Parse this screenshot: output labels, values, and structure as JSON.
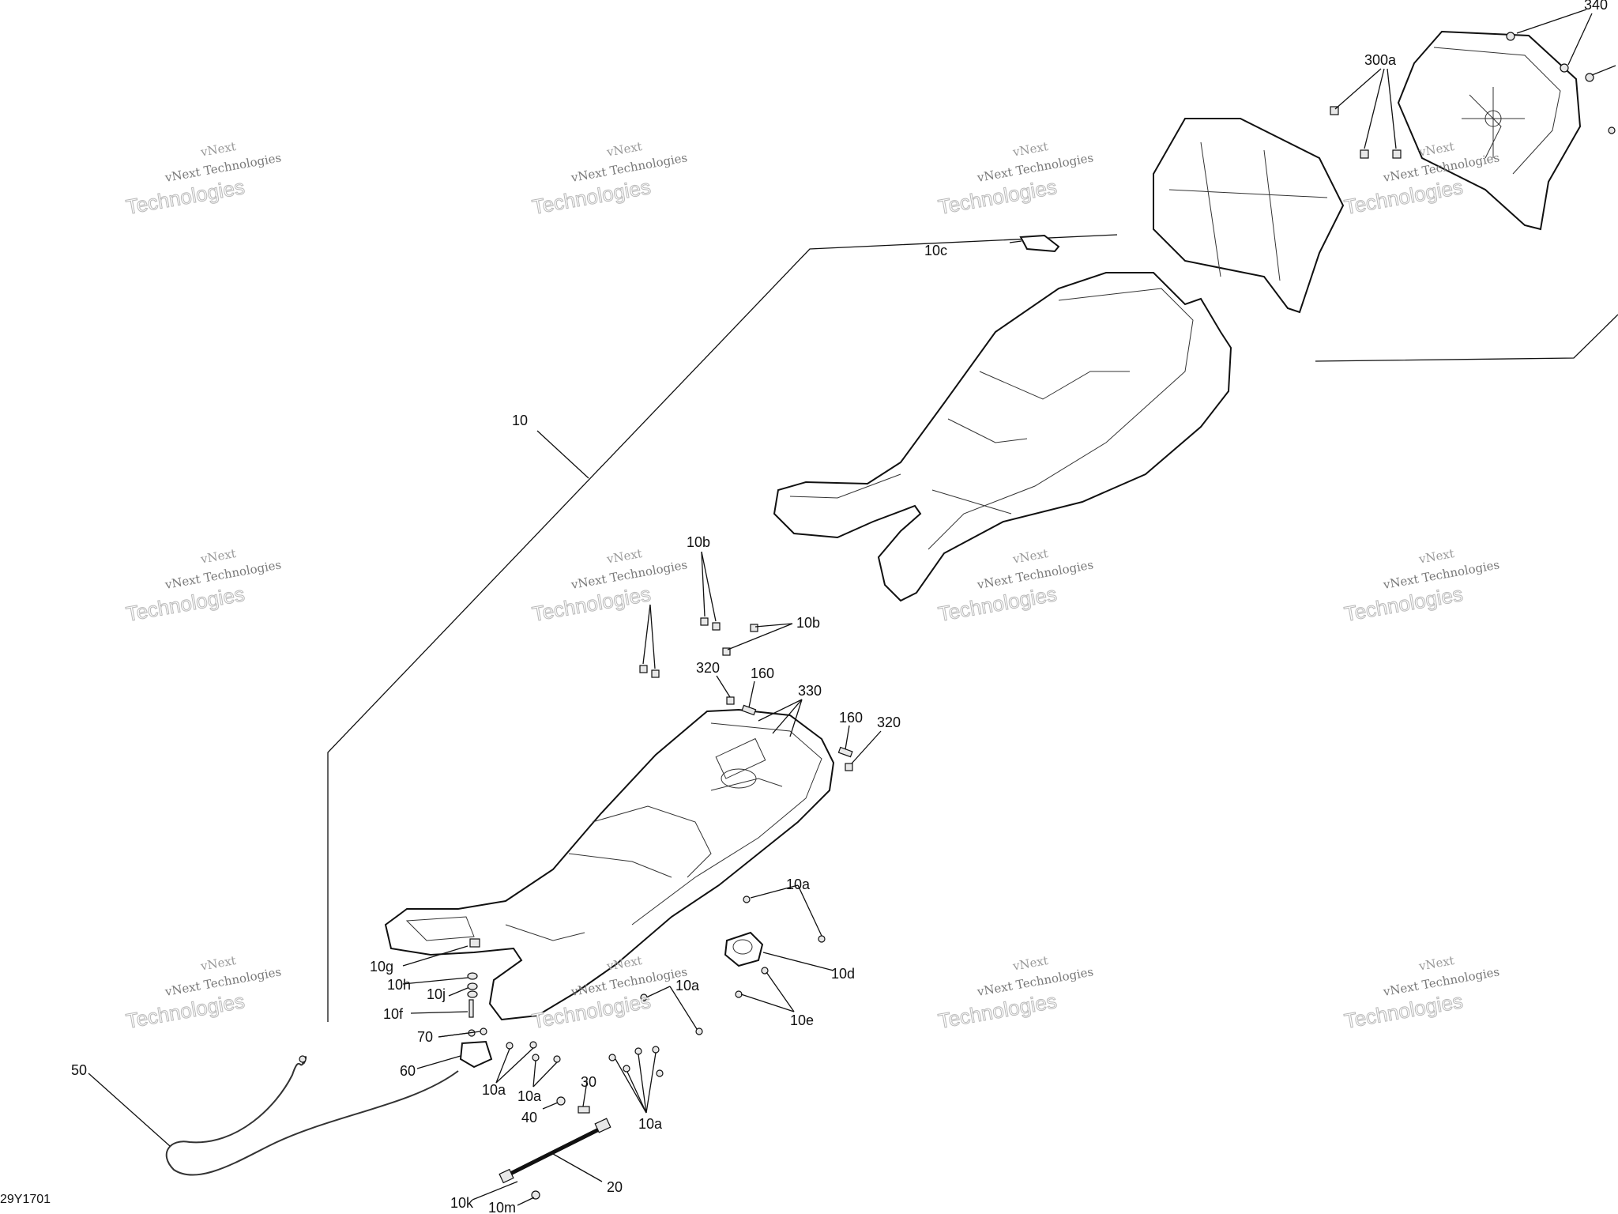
{
  "diagram": {
    "drawing_code": "29Y1701",
    "callouts": [
      {
        "id": "c340",
        "text": "340"
      },
      {
        "id": "c300a",
        "text": "300a"
      },
      {
        "id": "c10c",
        "text": "10c"
      },
      {
        "id": "c10",
        "text": "10"
      },
      {
        "id": "c10b-1",
        "text": "10b"
      },
      {
        "id": "c10b-2",
        "text": "10b"
      },
      {
        "id": "c320-1",
        "text": "320"
      },
      {
        "id": "c160-1",
        "text": "160"
      },
      {
        "id": "c330",
        "text": "330"
      },
      {
        "id": "c160-2",
        "text": "160"
      },
      {
        "id": "c320-2",
        "text": "320"
      },
      {
        "id": "c10a-1",
        "text": "10a"
      },
      {
        "id": "c10d",
        "text": "10d"
      },
      {
        "id": "c10g",
        "text": "10g"
      },
      {
        "id": "c10h",
        "text": "10h"
      },
      {
        "id": "c10j",
        "text": "10j"
      },
      {
        "id": "c10a-2",
        "text": "10a"
      },
      {
        "id": "c10e",
        "text": "10e"
      },
      {
        "id": "c10f",
        "text": "10f"
      },
      {
        "id": "c70",
        "text": "70"
      },
      {
        "id": "c60",
        "text": "60"
      },
      {
        "id": "c50",
        "text": "50"
      },
      {
        "id": "c10a-3",
        "text": "10a"
      },
      {
        "id": "c10a-4",
        "text": "10a"
      },
      {
        "id": "c30",
        "text": "30"
      },
      {
        "id": "c40",
        "text": "40"
      },
      {
        "id": "c10a-5",
        "text": "10a"
      },
      {
        "id": "c20",
        "text": "20"
      },
      {
        "id": "c10k",
        "text": "10k"
      },
      {
        "id": "c10m",
        "text": "10m"
      }
    ]
  },
  "watermark": {
    "line1": "vNext",
    "line2": "vNext Technologies",
    "line3": "Technologies"
  }
}
